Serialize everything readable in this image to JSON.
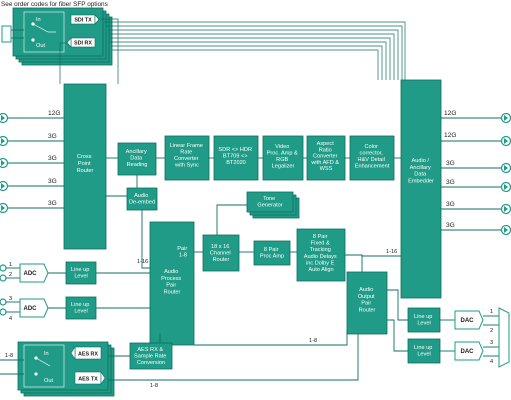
{
  "header": {
    "note": "See order codes for fiber SFP options"
  },
  "sfp": {
    "in_label": "In",
    "out_label": "Out",
    "sdi_tx": "SDI TX",
    "sdi_rx": "SDI RX"
  },
  "inputs": {
    "labels": [
      "12G",
      "3G",
      "3G",
      "3G",
      "3G"
    ]
  },
  "outputs": {
    "labels": [
      "12G",
      "12G",
      "3G",
      "3G",
      "3G",
      "3G"
    ]
  },
  "blocks": {
    "cross_point_router": [
      "Cross",
      "Point",
      "Router"
    ],
    "ancillary_reading": [
      "Ancillary",
      "Data",
      "Reading"
    ],
    "audio_deembed": [
      "Audio",
      "De-embed"
    ],
    "linear_frame_rate": [
      "Linear Frame",
      "Rate",
      "Converter",
      "with Sync"
    ],
    "sdr_hdr": [
      "SDR <> HDR",
      "BT709 <>",
      "BT2020"
    ],
    "video_proc_amp": [
      "Video",
      "Proc. Amp &",
      "RGB",
      "Legalizer"
    ],
    "aspect_ratio": [
      "Aspect",
      "Ratio",
      "Converter",
      "with AFD &",
      "WSS"
    ],
    "color_corrector": [
      "Color",
      "corrector,",
      "H&V Detail",
      "Enhancement"
    ],
    "audio_embedder": [
      "Audio /",
      "Ancillary",
      "Data",
      "Embedder"
    ],
    "tone_generator": [
      "Tone",
      "Generator"
    ],
    "channel_router": [
      "18 x 16",
      "Channel",
      "Router"
    ],
    "proc_amp_8pair": [
      "8 Pair",
      "Proc Amp"
    ],
    "fixed_delays": [
      "8 Pair",
      "Fixed &",
      "Tracking",
      "Audio Delays",
      "inc Dolby E",
      "Auto Align"
    ],
    "audio_process_pair_router": [
      "Audio",
      "Process",
      "Pair",
      "Router"
    ],
    "audio_output_pair_router": [
      "Audio",
      "Output",
      "Pair",
      "Router"
    ],
    "aes_rx_src": [
      "AES RX &",
      "Sample Rate",
      "Conversion"
    ],
    "adc": "ADC",
    "dac": "DAC",
    "line_up_level": [
      "Line up",
      "Level"
    ],
    "aes_rx": "AES RX",
    "aes_tx": "AES TX"
  },
  "labels": {
    "pair_1_8": [
      "Pair",
      "1-8"
    ],
    "one_16_a": "1-16",
    "one_16_b": "1-16",
    "one_8_a": "1-8",
    "one_8_b": "1-8",
    "one_8_in": "1-8",
    "ch1": "1",
    "ch2": "2",
    "ch3": "3",
    "ch4": "4",
    "och1": "1",
    "och2": "2",
    "och3": "3",
    "och4": "4"
  }
}
